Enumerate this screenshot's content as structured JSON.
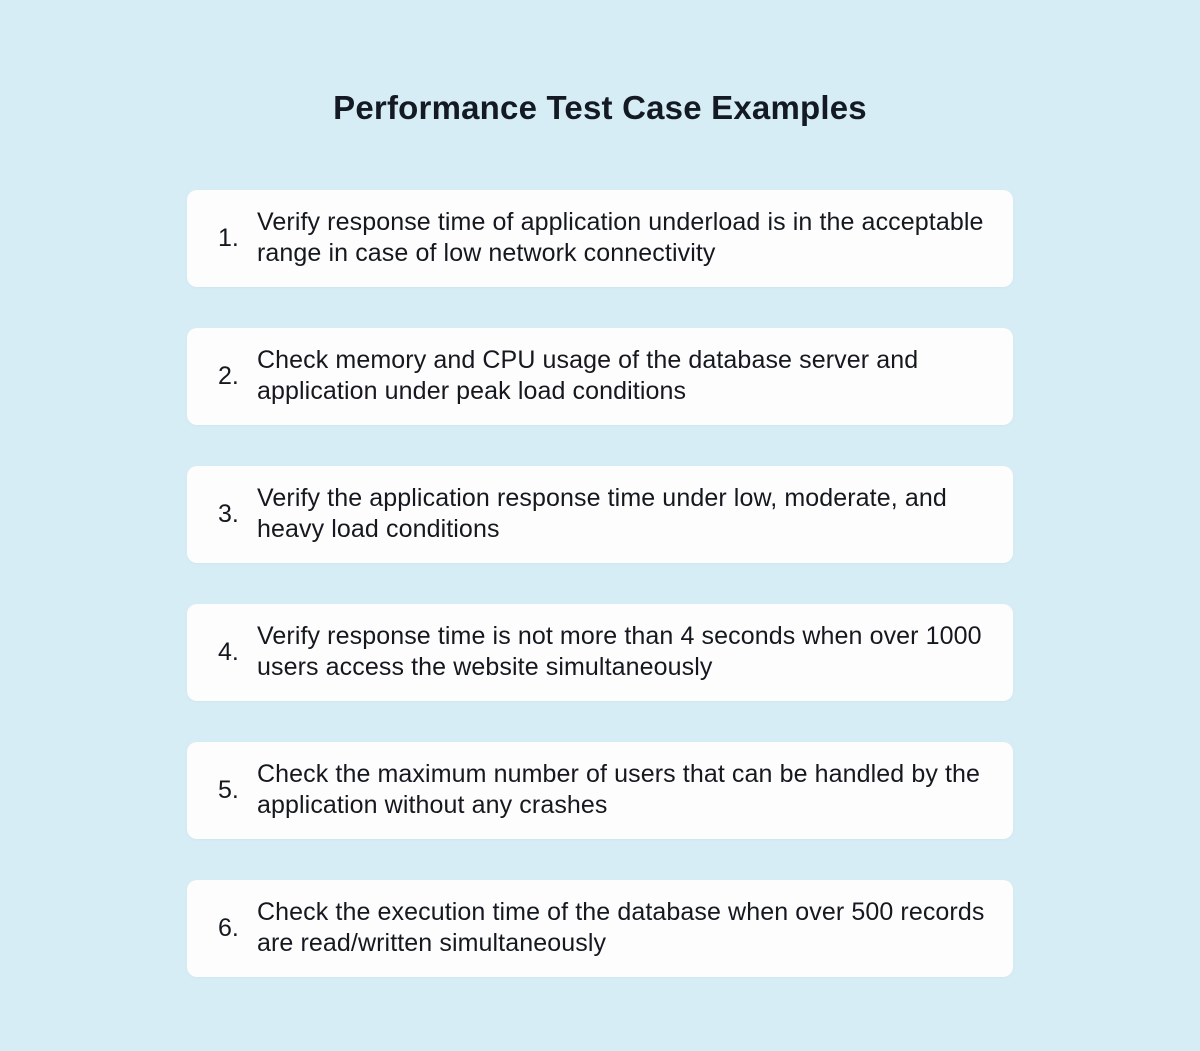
{
  "page": {
    "title": "Performance Test Case Examples",
    "background_color": "#d7edf6",
    "card_color": "#fdfdfd",
    "text_color": "#15181e",
    "title_color": "#131a24"
  },
  "test_cases": [
    {
      "number": "1.",
      "text": "Verify response time of application underload is in the acceptable range in case of low network connectivity"
    },
    {
      "number": "2.",
      "text": "Check memory and CPU usage of the database server and application under peak load conditions"
    },
    {
      "number": "3.",
      "text": "Verify the application response time under low, moderate, and heavy load conditions"
    },
    {
      "number": "4.",
      "text": "Verify response time is not more than 4 seconds when over 1000 users access the website simultaneously"
    },
    {
      "number": "5.",
      "text": "Check the maximum number of users that can be handled by the application without any crashes"
    },
    {
      "number": "6.",
      "text": "Check the execution time of the database when over 500 records are read/written simultaneously"
    }
  ]
}
